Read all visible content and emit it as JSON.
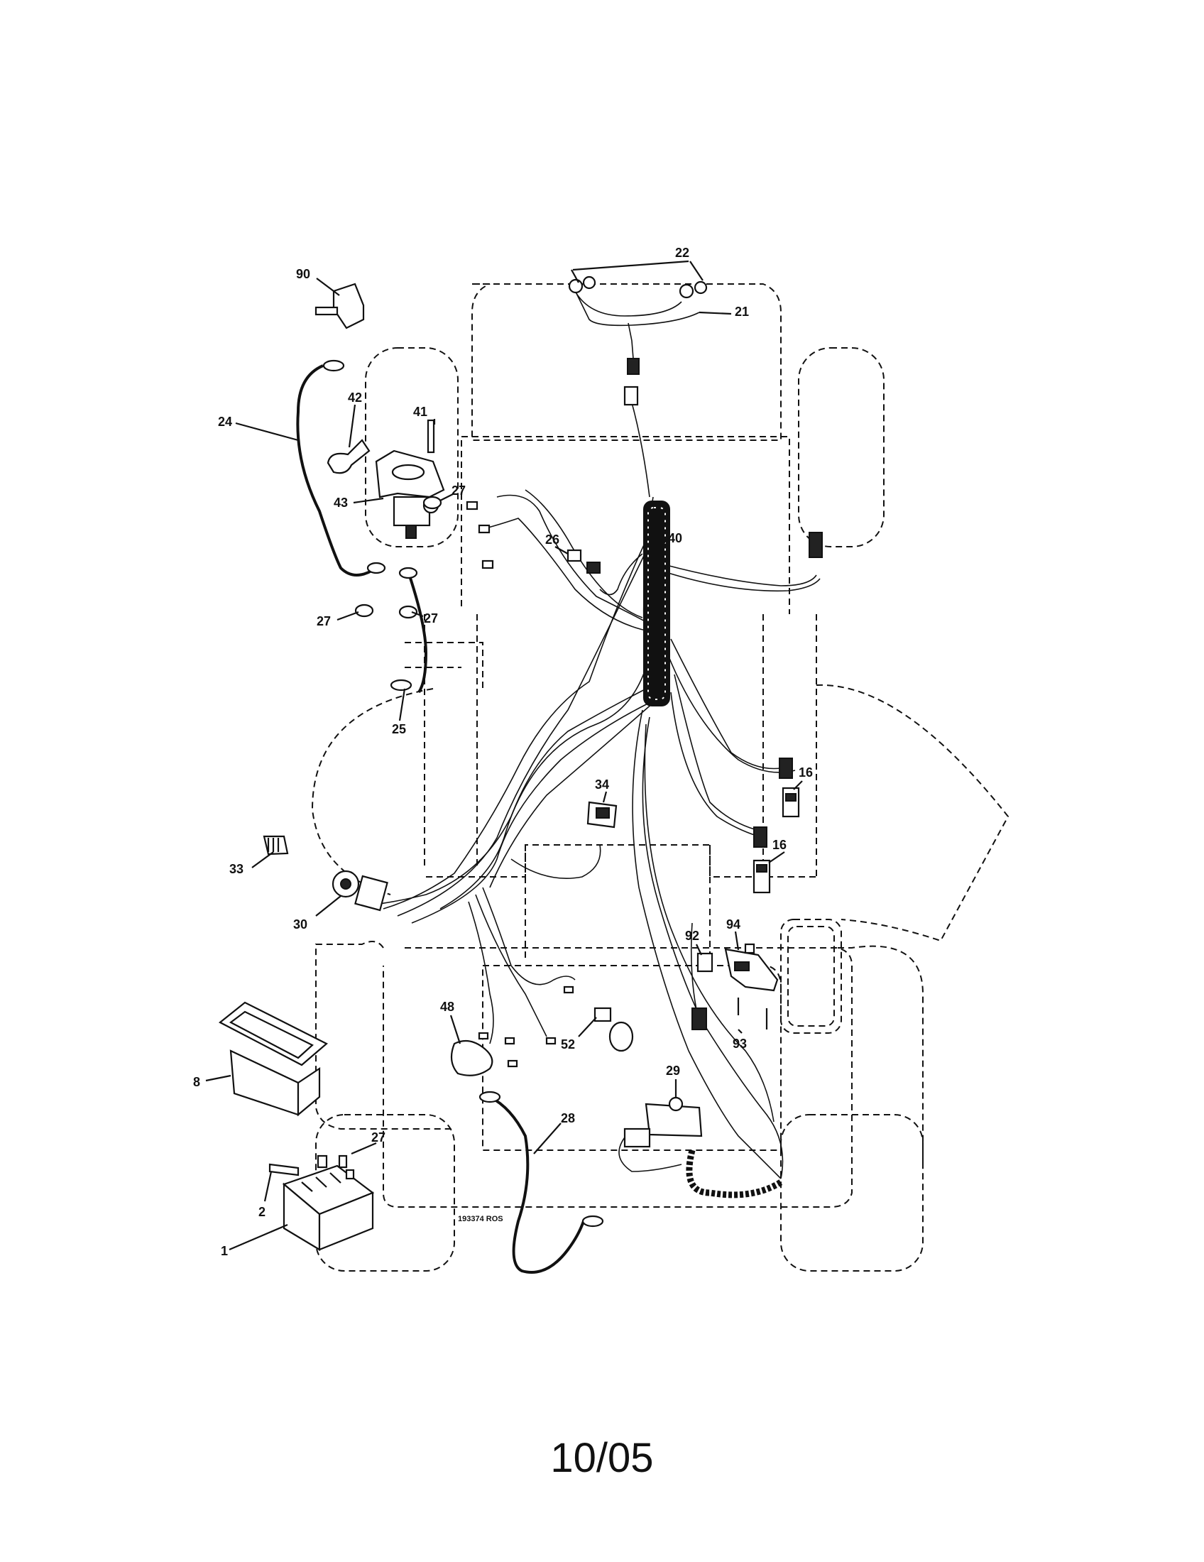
{
  "diagram": {
    "drawing_number": "193374 ROS",
    "date_code": "10/05",
    "callouts": [
      {
        "id": "c-1",
        "text": "1"
      },
      {
        "id": "c-2",
        "text": "2"
      },
      {
        "id": "c-8",
        "text": "8"
      },
      {
        "id": "c-16a",
        "text": "16"
      },
      {
        "id": "c-16b",
        "text": "16"
      },
      {
        "id": "c-21",
        "text": "21"
      },
      {
        "id": "c-22",
        "text": "22"
      },
      {
        "id": "c-24",
        "text": "24"
      },
      {
        "id": "c-25",
        "text": "25"
      },
      {
        "id": "c-26",
        "text": "26"
      },
      {
        "id": "c-27a",
        "text": "27"
      },
      {
        "id": "c-27b",
        "text": "27"
      },
      {
        "id": "c-27c",
        "text": "27"
      },
      {
        "id": "c-27d",
        "text": "27"
      },
      {
        "id": "c-28",
        "text": "28"
      },
      {
        "id": "c-29",
        "text": "29"
      },
      {
        "id": "c-30",
        "text": "30"
      },
      {
        "id": "c-33",
        "text": "33"
      },
      {
        "id": "c-34",
        "text": "34"
      },
      {
        "id": "c-40",
        "text": "40"
      },
      {
        "id": "c-41",
        "text": "41"
      },
      {
        "id": "c-42",
        "text": "42"
      },
      {
        "id": "c-43",
        "text": "43"
      },
      {
        "id": "c-48",
        "text": "48"
      },
      {
        "id": "c-52",
        "text": "52"
      },
      {
        "id": "c-90",
        "text": "90"
      },
      {
        "id": "c-92",
        "text": "92"
      },
      {
        "id": "c-93",
        "text": "93"
      },
      {
        "id": "c-94",
        "text": "94"
      }
    ]
  }
}
